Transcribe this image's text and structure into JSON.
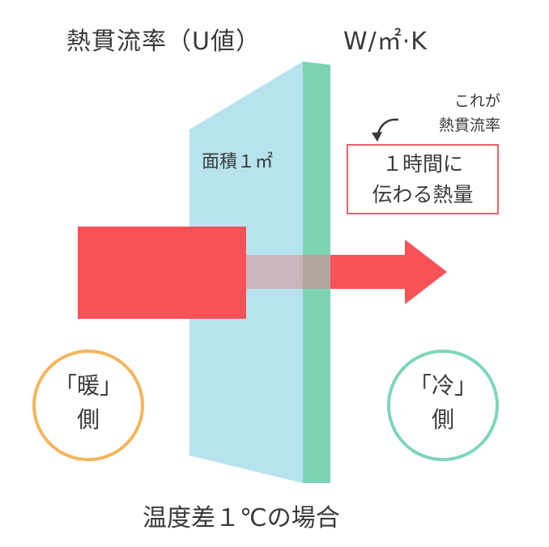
{
  "title": "熱貫流率（U値）",
  "unit": "W/㎡·K",
  "area_label": "面積１㎡",
  "note": {
    "line1": "これが",
    "line2": "熱貫流率",
    "box_line1": "１時間に",
    "box_line2": "伝わる熱量"
  },
  "warm_side": {
    "line1": "「暖」",
    "line2": "側"
  },
  "cold_side": {
    "line1": "「冷」",
    "line2": "側"
  },
  "condition": "温度差１℃の場合",
  "colors": {
    "glass": "#b7e3ee",
    "glass_edge": "#7bd3b1",
    "heat": "#f75258",
    "warm": "#f5b55b",
    "cold": "#7ed6b4",
    "note_border": "#e8636b"
  }
}
